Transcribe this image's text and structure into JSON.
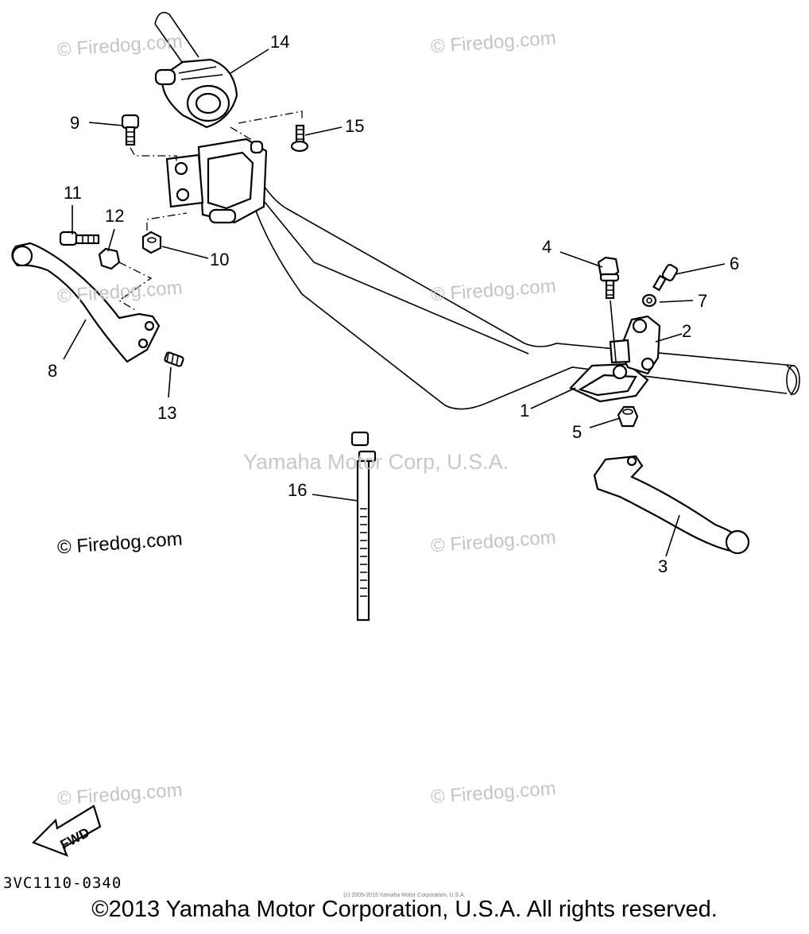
{
  "watermarks": [
    "© Firedog.com",
    "© Firedog.com",
    "© Firedog.com",
    "© Firedog.com",
    "© Firedog.com",
    "© Firedog.com",
    "© Firedog.com",
    "© Firedog.com"
  ],
  "center_watermark": "Yamaha Motor Corp, U.S.A.",
  "callouts": [
    "1",
    "2",
    "3",
    "4",
    "5",
    "6",
    "7",
    "8",
    "9",
    "10",
    "11",
    "12",
    "13",
    "14",
    "15",
    "16"
  ],
  "fwd_label": "FWD",
  "diagram_code": "3VC1110-0340",
  "fine_print": "(c) 2005-2015 Yamaha Motor Corporation, U.S.A.",
  "copyright": "©2013 Yamaha Motor Corporation, U.S.A. All rights reserved."
}
